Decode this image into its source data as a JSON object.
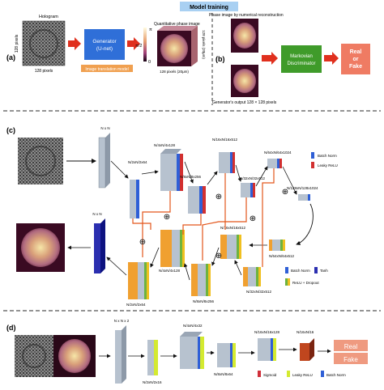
{
  "colors": {
    "generator": "#2f6fd8",
    "discriminator": "#3f9b2a",
    "output": "#ef7b63",
    "arrow_red": "#e0301e",
    "skip_orange": "#e3561b",
    "batchnorm": "#2f5fd6",
    "leakyrelu": "#d23030",
    "tanh": "#2b2fb0",
    "relu_dropout_green": "#6db33f",
    "relu_dropout_yellow": "#f0c020",
    "sigmoid": "#d0303a",
    "dashed": "#555555",
    "title_bg": "#a9d0f2",
    "caption_bg": "#f0a050"
  },
  "icons": [
    "hologram-image",
    "phase-image",
    "sum-node-icon",
    "arrow-icon"
  ],
  "header": {
    "model_training": "Model training"
  },
  "panel_a": {
    "label": "(a)",
    "hologram_title": "Hologram",
    "side_pixels": "128 pixels",
    "bottom_pixels": "128 pixels",
    "generator_line1": "Generator",
    "generator_line2": "(U-net)",
    "caption": "Image translation model",
    "phase_title": "Quantitative phase image",
    "pi": "π",
    "pi_half": "π/2",
    "zero": "0",
    "cube_side": "128 pixels (20μm)",
    "cube_bottom": "128 pixels (20μm)"
  },
  "panel_b": {
    "label": "(b)",
    "title": "Phase image by numerical reconstruction",
    "discriminator_line1": "Markovian",
    "discriminator_line2": "Discriminator",
    "out_line1": "Real",
    "out_line2": "or",
    "out_line3": "Fake",
    "caption": "Generator's output 128 × 128 pixels"
  },
  "panel_c": {
    "label": "(c)",
    "enc": [
      "N x N",
      "N/2xN/2x64",
      "N/4xN/4x128",
      "N/8xN/8x256",
      "N/16xN/16x512",
      "N/32xN/32x512",
      "N/64xN/64x1024",
      "N/128xN/128x1024"
    ],
    "dec": [
      "N x N",
      "N/2xN/2x64",
      "N/4xN/4x128",
      "N/8xN/8x256",
      "N/16xN/16x512",
      "N/32xN/32x512",
      "N/64xN/64x512"
    ],
    "legend_top": [
      "Batch Norm",
      "Leaky ReLU"
    ],
    "legend_bottom": [
      "Batch Norm",
      "Tanh",
      "ReLU + Dropout"
    ],
    "sum": "⊕"
  },
  "panel_d": {
    "label": "(d)",
    "layers": [
      "N x N x 2",
      "N/2xN/2x16",
      "N/4xN/4x32",
      "N/8xN/8x64",
      "N/16xN/16x128",
      "N/16xN/16"
    ],
    "out1": "Real",
    "out2": "Fake",
    "legend": [
      "Sigmoid",
      "Leaky ReLU",
      "Batch Norm"
    ]
  }
}
